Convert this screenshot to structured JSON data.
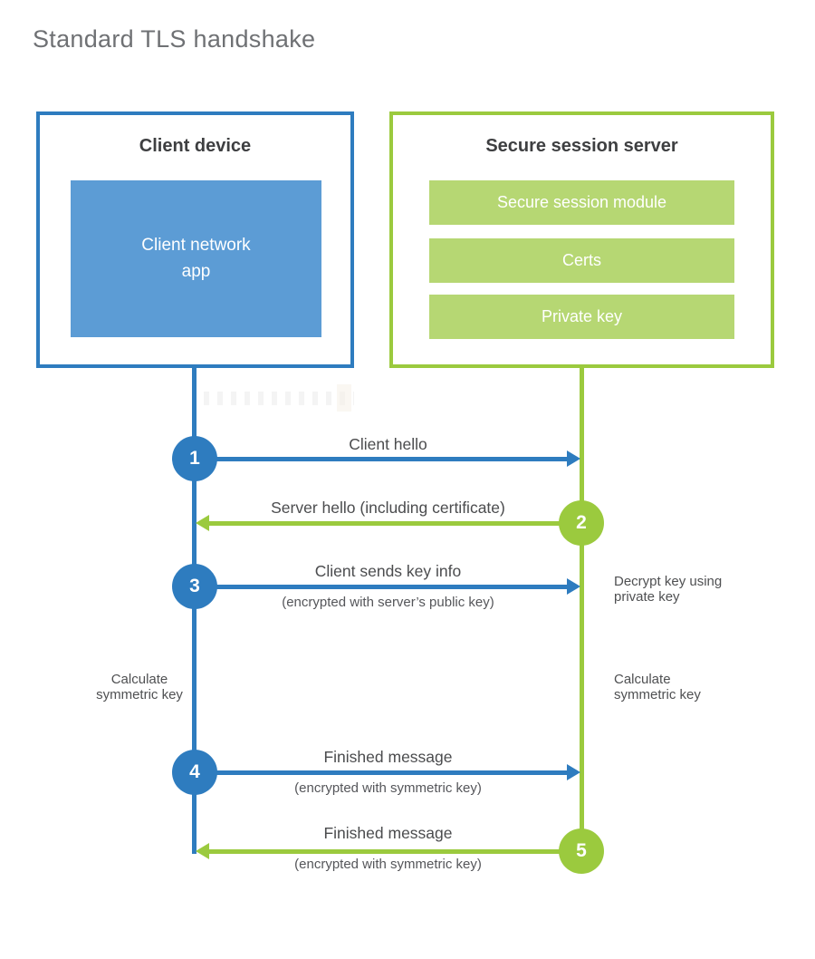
{
  "title": "Standard TLS handshake",
  "colors": {
    "client_accent": "#2E7CBF",
    "client_fill": "#5C9CD5",
    "server_accent": "#9BCA3E",
    "server_fill": "#B6D773",
    "heading_text": "#3E3F41",
    "label_text": "#4B4C4E",
    "title_text": "#6F7174"
  },
  "client": {
    "title": "Client device",
    "app_label_line1": "Client network",
    "app_label_line2": "app"
  },
  "server": {
    "title": "Secure session server",
    "modules": [
      "Secure session module",
      "Certs",
      "Private key"
    ]
  },
  "steps": [
    {
      "num": "1",
      "from": "client",
      "direction": "right",
      "label": "Client hello",
      "sublabel": ""
    },
    {
      "num": "2",
      "from": "server",
      "direction": "left",
      "label": "Server hello (including certificate)",
      "sublabel": ""
    },
    {
      "num": "3",
      "from": "client",
      "direction": "right",
      "label": "Client sends key info",
      "sublabel": "(encrypted with server’s public key)"
    },
    {
      "num": "4",
      "from": "client",
      "direction": "right",
      "label": "Finished message",
      "sublabel": "(encrypted with symmetric key)"
    },
    {
      "num": "5",
      "from": "server",
      "direction": "left",
      "label": "Finished message",
      "sublabel": "(encrypted with symmetric key)"
    }
  ],
  "notes": {
    "decrypt": {
      "line1": "Decrypt key using",
      "line2": "private key"
    },
    "calc_client": {
      "line1": "Calculate",
      "line2": "symmetric key"
    },
    "calc_server": {
      "line1": "Calculate",
      "line2": "symmetric key"
    }
  }
}
